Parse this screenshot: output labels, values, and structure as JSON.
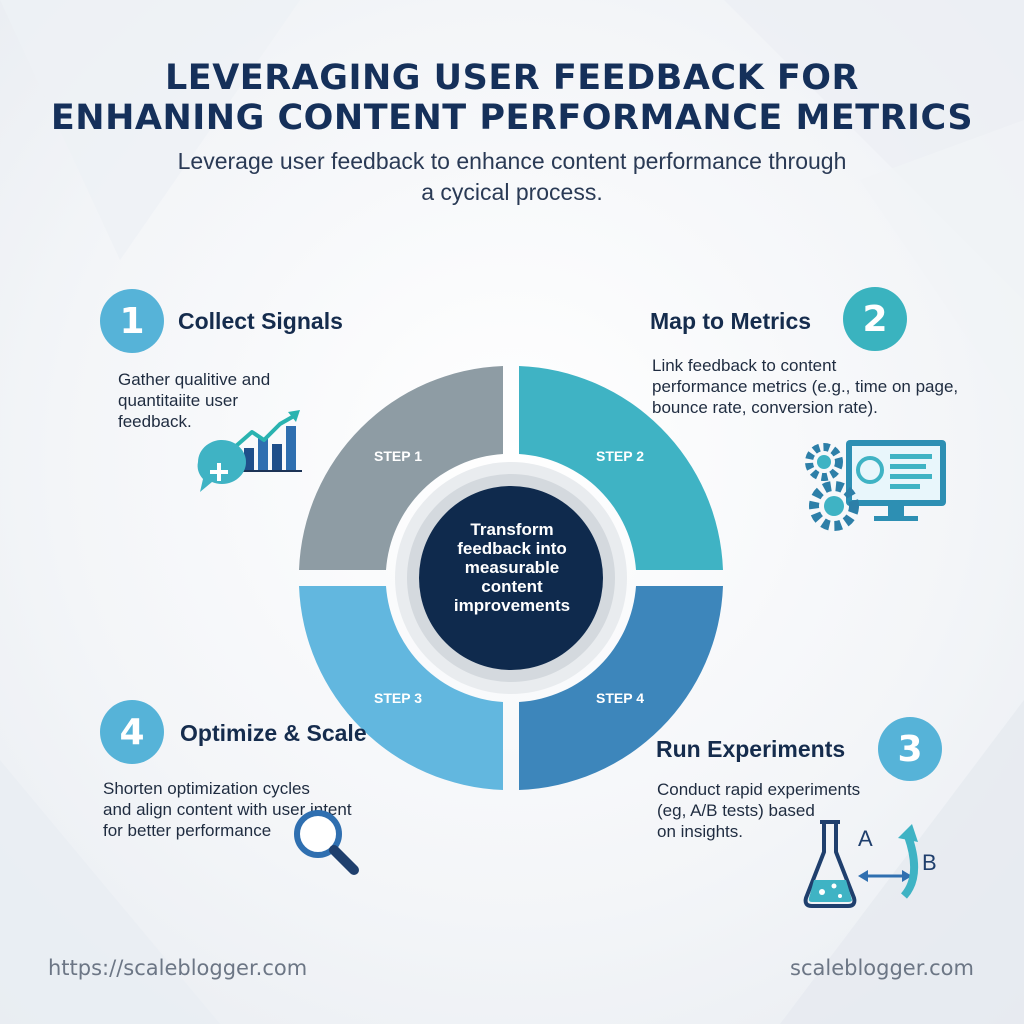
{
  "title": {
    "line1": "LEVERAGING USER FEEDBACK FOR",
    "line2": "ENHANING CONTENT PERFORMANCE METRICS"
  },
  "subtitle": {
    "line1": "Leverage user feedback to enhance content performance through",
    "line2": "a cycical process."
  },
  "center": {
    "lines": [
      "Transform",
      "feedback into",
      "measurable",
      "content",
      "improvements"
    ]
  },
  "wheel": {
    "steps": [
      {
        "label": "STEP 1",
        "color": "#8e9ca4"
      },
      {
        "label": "STEP 2",
        "color": "#3fb3c4"
      },
      {
        "label": "STEP 3",
        "color": "#62b7df"
      },
      {
        "label": "STEP 4",
        "color": "#3d86bb"
      }
    ],
    "hub_color": "#0f2a4d"
  },
  "stages": [
    {
      "number": "1",
      "heading": "Collect Signals",
      "desc": [
        "Gather qualitive and",
        "quantitaiite user",
        "feedback."
      ],
      "icon": "feedback-chart-icon"
    },
    {
      "number": "2",
      "heading": "Map to Metrics",
      "desc": [
        "Link feedback to content",
        "performance metrics (e.g., time on page,",
        "bounce rate, conversion rate)."
      ],
      "icon": "gears-monitor-icon"
    },
    {
      "number": "3",
      "heading": "Run Experiments",
      "desc": [
        "Conduct rapid experiments",
        "(eg, A/B tests) based",
        "on insights."
      ],
      "icon": "ab-flask-icon",
      "icon_labels": {
        "a": "A",
        "b": "B"
      }
    },
    {
      "number": "4",
      "heading": "Optimize & Scale",
      "desc": [
        "Shorten optimization cycles",
        "and align content with user intent",
        "for better performance"
      ],
      "icon": "magnifier-icon"
    }
  ],
  "footer": {
    "left": "https://scaleblogger.com",
    "right": "scaleblogger.com"
  }
}
